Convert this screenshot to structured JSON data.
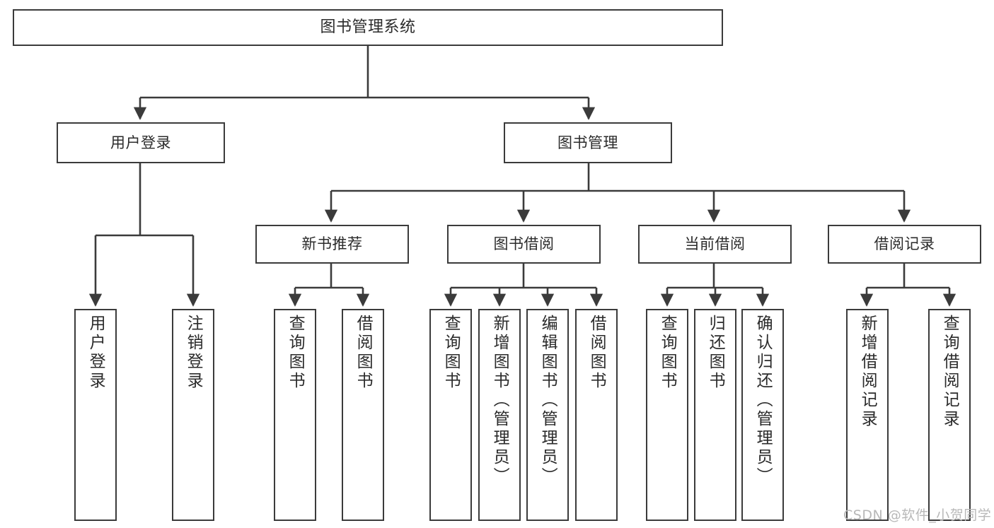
{
  "diagram": {
    "title": "图书管理系统",
    "type": "functional-structure-tree",
    "colors": {
      "stroke": "#3b3b3b",
      "text": "#2b2b2b",
      "background": "#ffffff",
      "watermark": "#b8b8b8"
    },
    "watermark": "CSDN @软件_小贺同学"
  },
  "nodes": {
    "root": {
      "label": "图书管理系统"
    },
    "level2": [
      {
        "label": "用户登录"
      },
      {
        "label": "图书管理"
      }
    ],
    "level3": [
      {
        "label": "新书推荐"
      },
      {
        "label": "图书借阅"
      },
      {
        "label": "当前借阅"
      },
      {
        "label": "借阅记录"
      }
    ],
    "leaves": {
      "user_login": [
        {
          "label": "用户登录"
        },
        {
          "label": "注销登录"
        }
      ],
      "new_book_recommend": [
        {
          "label": "查询图书"
        },
        {
          "label": "借阅图书"
        }
      ],
      "book_borrow": [
        {
          "label": "查询图书"
        },
        {
          "label": "新增图书（管理员）"
        },
        {
          "label": "编辑图书（管理员）"
        },
        {
          "label": "借阅图书"
        }
      ],
      "current_borrow": [
        {
          "label": "查询图书"
        },
        {
          "label": "归还图书"
        },
        {
          "label": "确认归还（管理员）"
        }
      ],
      "borrow_record": [
        {
          "label": "新增借阅记录"
        },
        {
          "label": "查询借阅记录"
        }
      ]
    }
  }
}
